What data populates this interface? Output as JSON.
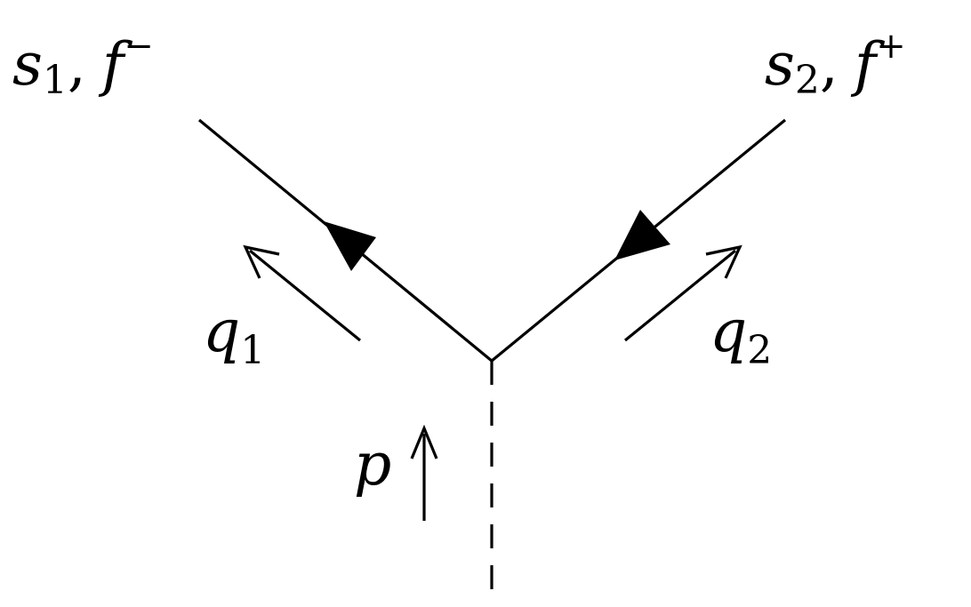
{
  "diagram": {
    "ink_color": "#000000",
    "labels": {
      "top_left": {
        "base": "s",
        "sub": "1",
        "sep": ",",
        "base2": "f",
        "sup": "−"
      },
      "top_right": {
        "base": "s",
        "sub": "2",
        "sep": ",",
        "base2": "f",
        "sup": "+"
      },
      "momentum_left": {
        "base": "q",
        "sub": "1"
      },
      "momentum_right": {
        "base": "q",
        "sub": "2"
      },
      "momentum_boson": {
        "base": "p"
      }
    }
  }
}
